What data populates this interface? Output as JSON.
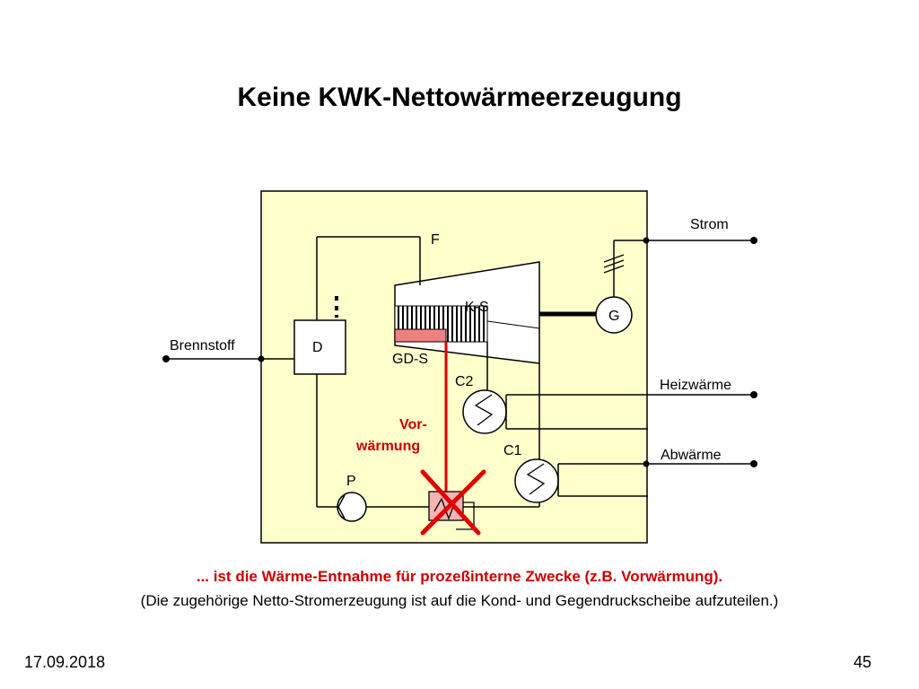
{
  "slide": {
    "title": "Keine KWK-Nettowärmeerzeugung",
    "caption_line1": "... ist die Wärme-Entnahme für prozeßinterne Zwecke (z.B. Vorwärmung).",
    "caption_line2": "(Die zugehörige Netto-Stromerzeugung ist auf die Kond- und Gegendruckscheibe aufzuteilen.)",
    "date": "17.09.2018",
    "page_number": "45"
  },
  "diagram": {
    "labels": {
      "strom": "Strom",
      "f": "F",
      "ks": "K-S",
      "g": "G",
      "brennstoff": "Brennstoff",
      "d": "D",
      "gds": "GD-S",
      "c2": "C2",
      "heizwaerme": "Heizwärme",
      "vor1": "Vor-",
      "vor2": "wärmung",
      "c1": "C1",
      "abwaerme": "Abwärme",
      "p": "P"
    },
    "colors": {
      "plant_background": "#ffffcc",
      "highlight": "#e00000",
      "gd_section_fill": "#f08080",
      "preheater_fill": "#f4b4b4"
    }
  }
}
